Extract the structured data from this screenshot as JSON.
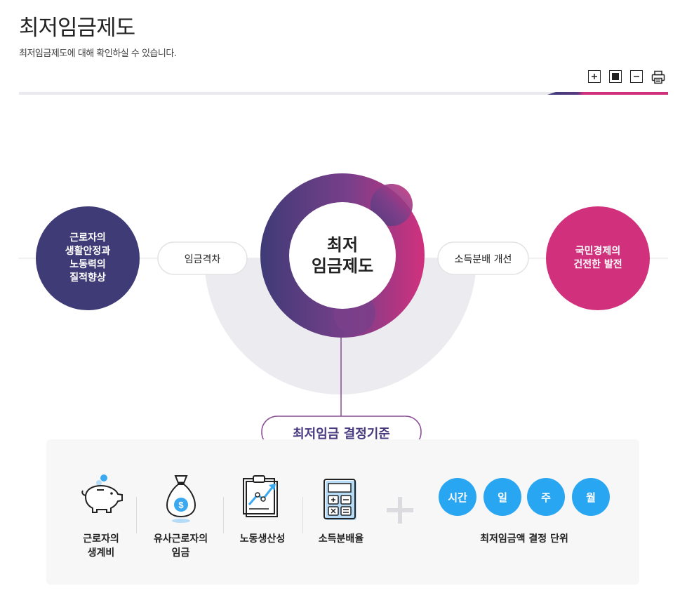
{
  "page": {
    "title": "최저임금제도",
    "description": "최저임금제도에 대해 확인하실 수 있습니다."
  },
  "tools": [
    {
      "name": "zoom-in-button",
      "icon": "plus-box-icon"
    },
    {
      "name": "zoom-reset-button",
      "icon": "square-icon"
    },
    {
      "name": "zoom-out-button",
      "icon": "minus-box-icon"
    },
    {
      "name": "print-button",
      "icon": "printer-icon"
    }
  ],
  "diagram": {
    "left_node": {
      "lines": [
        "근로자의",
        "생활안정과",
        "노동력의",
        "질적향상"
      ],
      "color": "#3f3b77"
    },
    "left_pill": "임금격차",
    "center": {
      "line1": "최저",
      "line2": "임금제도"
    },
    "right_pill": "소득분배 개선",
    "right_node": {
      "lines": [
        "국민경제의",
        "건전한 발전"
      ],
      "color": "#d1307d"
    }
  },
  "criteria": {
    "title": "최저임금 결정기준",
    "items": [
      {
        "icon": "piggy-bank-icon",
        "lines": [
          "근로자의",
          "생계비"
        ]
      },
      {
        "icon": "money-bag-icon",
        "lines": [
          "유사근로자의",
          "임금"
        ]
      },
      {
        "icon": "clipboard-chart-icon",
        "lines": [
          "노동생산성"
        ]
      },
      {
        "icon": "calculator-icon",
        "lines": [
          "소득분배율"
        ]
      }
    ],
    "plus_icon": "plus-icon",
    "units": [
      "시간",
      "일",
      "주",
      "월"
    ],
    "units_label": "최저임금액 결정 단위"
  },
  "colors": {
    "navy": "#3f3b77",
    "magenta": "#d1307d",
    "purple": "#7a3f8a",
    "blue": "#29a6f2",
    "panel": "#f7f7f8"
  }
}
